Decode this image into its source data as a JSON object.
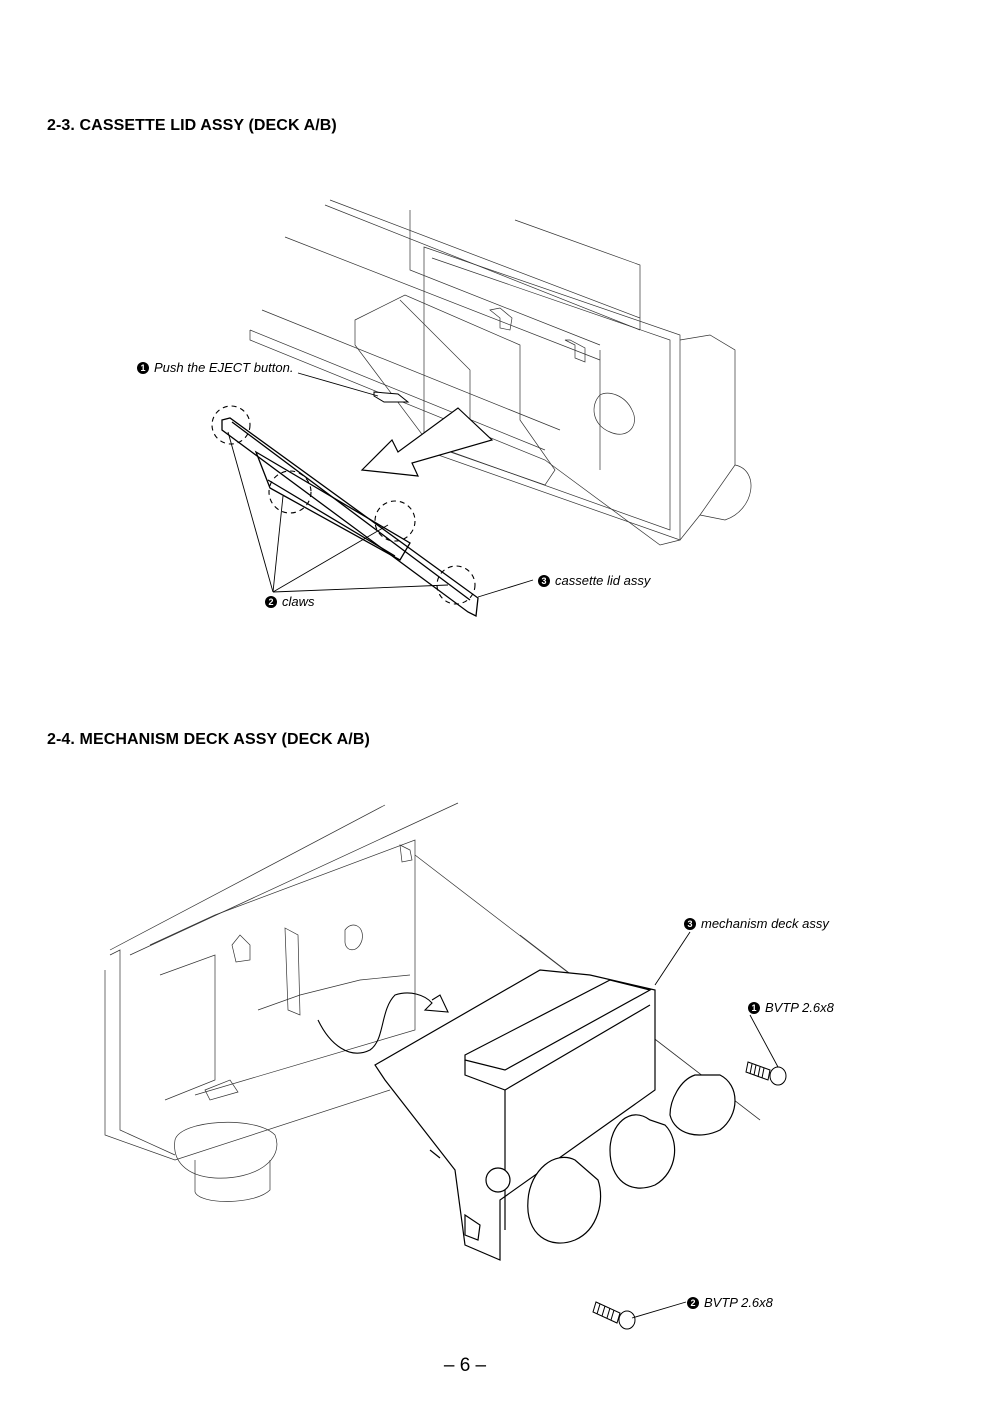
{
  "sections": [
    {
      "title": "2-3. CASSETTE LID ASSY (DECK A/B)",
      "callouts": [
        {
          "number": "1",
          "label": "Push the EJECT button."
        },
        {
          "number": "2",
          "label": "claws"
        },
        {
          "number": "3",
          "label": "cassette lid assy"
        }
      ]
    },
    {
      "title": "2-4. MECHANISM DECK ASSY (DECK A/B)",
      "callouts": [
        {
          "number": "3",
          "label": "mechanism deck assy"
        },
        {
          "number": "1",
          "label": "BVTP 2.6x8"
        },
        {
          "number": "2",
          "label": "BVTP 2.6x8"
        }
      ]
    }
  ],
  "page_number": "– 6 –"
}
